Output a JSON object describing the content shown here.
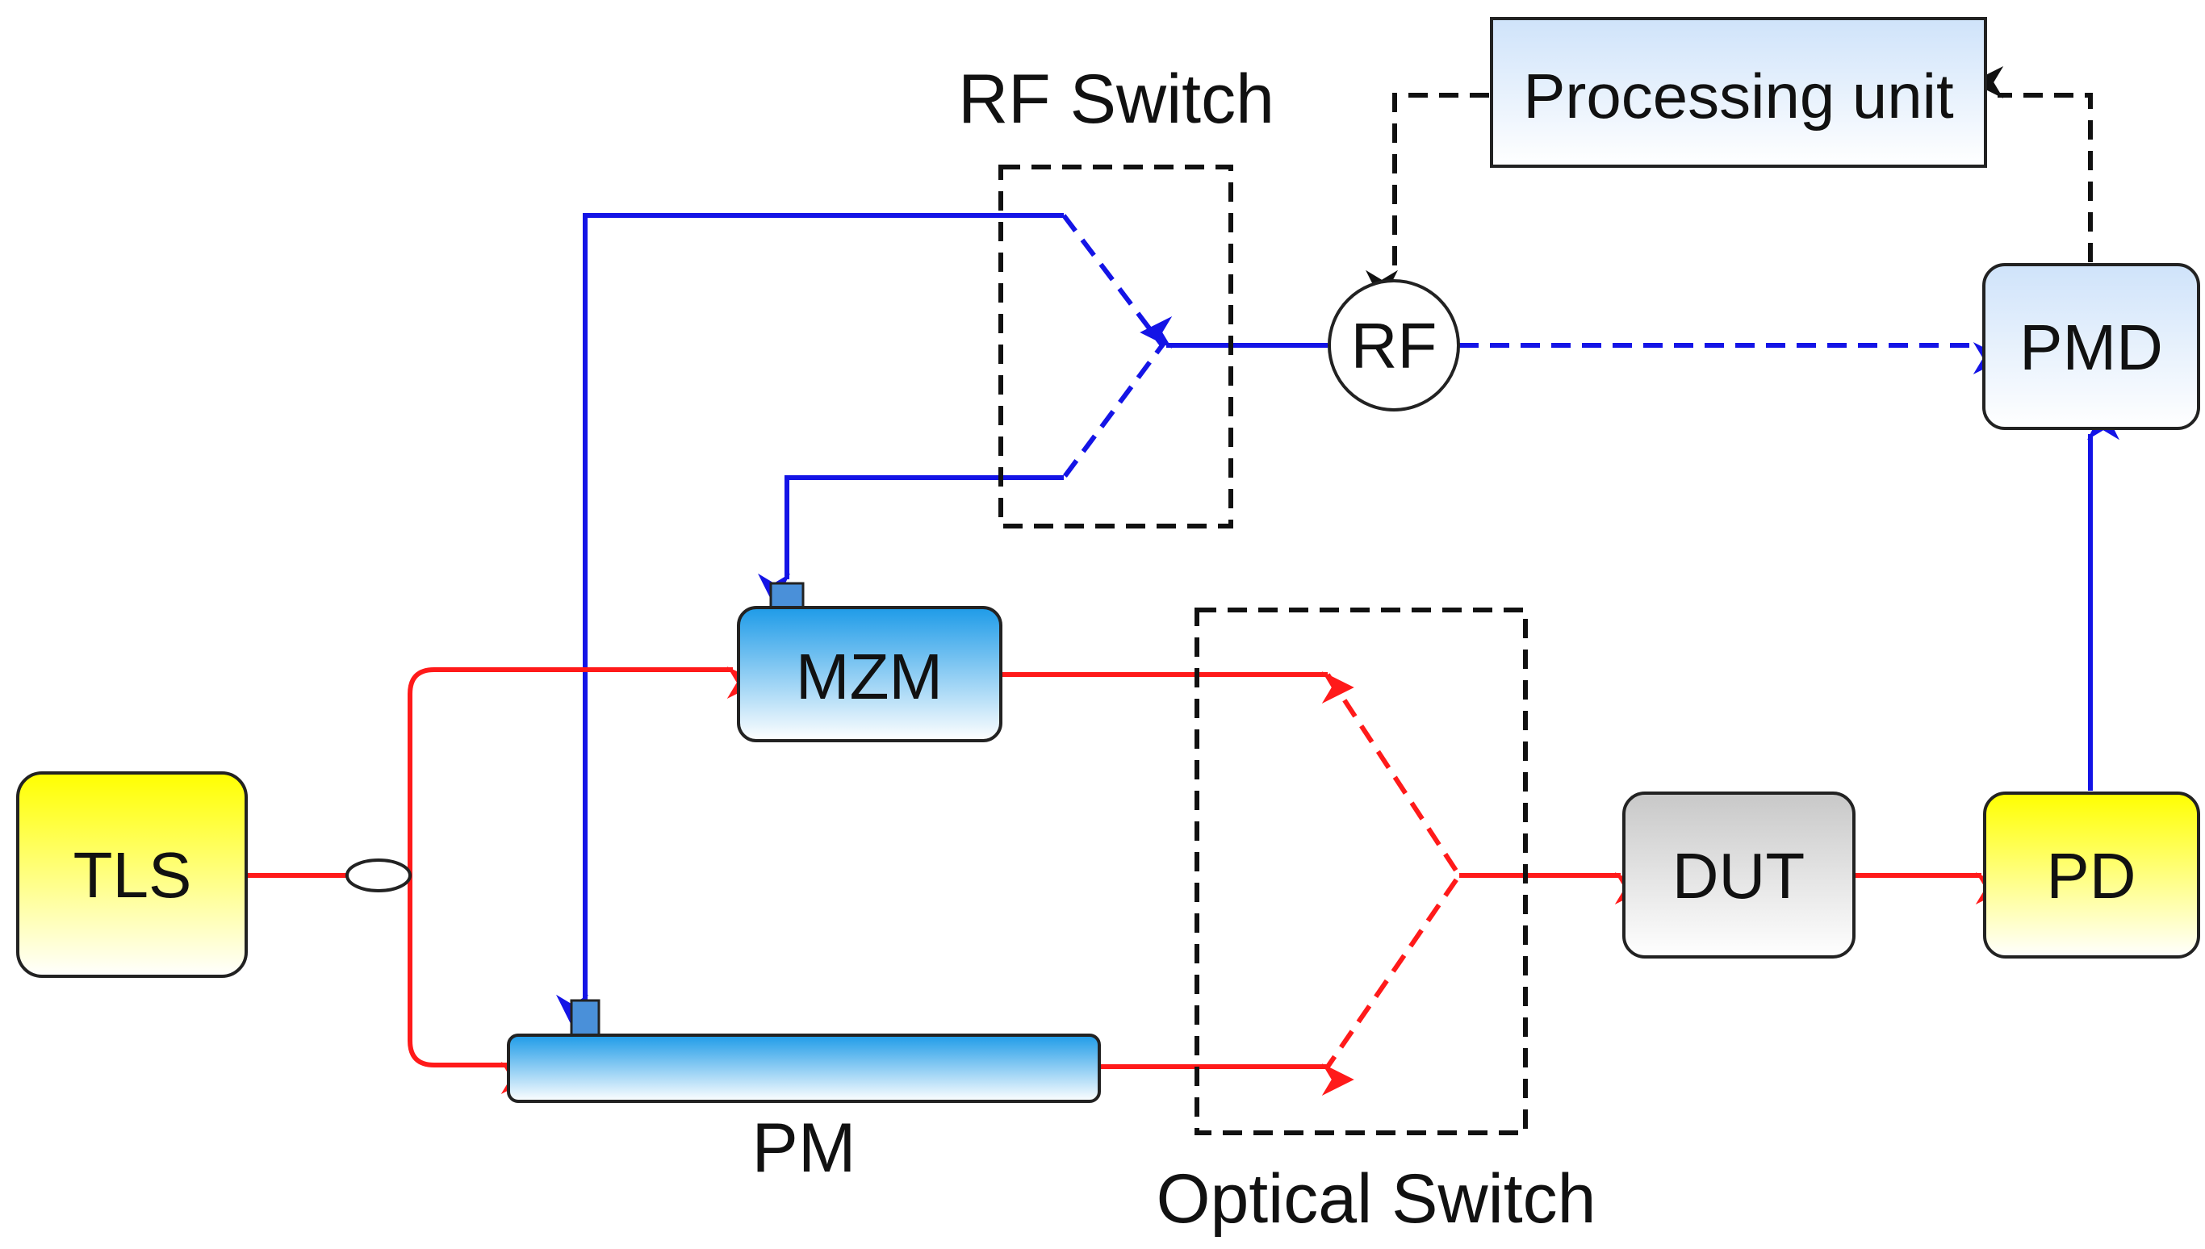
{
  "labels": {
    "rf_switch": "RF Switch",
    "optical_switch": "Optical Switch",
    "processing_unit": "Processing unit",
    "pm": "PM"
  },
  "blocks": {
    "tls": "TLS",
    "mzm": "MZM",
    "dut": "DUT",
    "pd": "PD",
    "pmd": "PMD",
    "rf_source": "RF"
  },
  "colors": {
    "optical_path": "#ff1a1a",
    "rf_path": "#1414e6",
    "control_path": "#111111",
    "tls_pd_fill": "#ffff00",
    "modulator_fill": "#1e9be8",
    "dut_fill": "#c8c8c8",
    "processing_fill": "#cfe3fa"
  }
}
